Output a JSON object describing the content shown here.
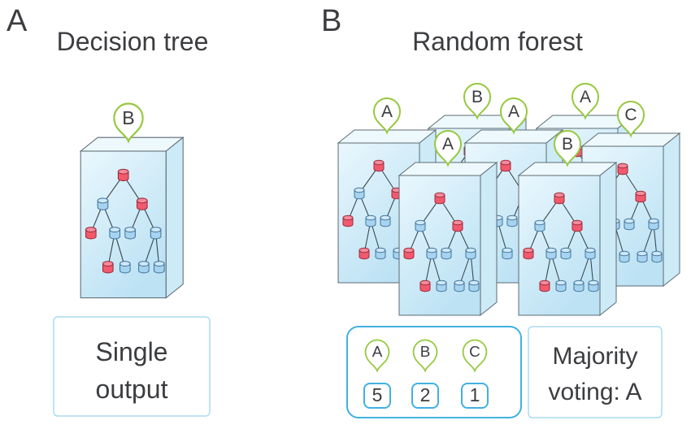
{
  "figure": {
    "panel_a": {
      "label": "A",
      "title": "Decision tree",
      "prediction": "B",
      "output_box": {
        "line1": "Single",
        "line2": "output"
      }
    },
    "panel_b": {
      "label": "B",
      "title": "Random forest",
      "tree_predictions": [
        "A",
        "B",
        "A",
        "A",
        "C",
        "A",
        "B"
      ],
      "vote_summary": {
        "options": [
          {
            "label": "A",
            "count": "5"
          },
          {
            "label": "B",
            "count": "2"
          },
          {
            "label": "C",
            "count": "1"
          }
        ]
      },
      "majority_box": {
        "line1": "Majority",
        "line2": "voting: A"
      }
    }
  },
  "colors": {
    "text_dark": "#3b3d40",
    "pin_green": "#96c93f",
    "accent_blue": "#41b1e1",
    "soft_border": "#aadcf2",
    "box_stroke": "#5c6b73",
    "box_face_light": "#e9f7fd",
    "box_face_deep": "#bce2f4",
    "box_top": "#eef9fd",
    "box_side": "#cdeaf7",
    "node_red": "#f2596d",
    "node_red_top": "#f58a9a",
    "node_red_stroke": "#9c2b3c",
    "node_blue": "#a6d3ef",
    "node_blue_top": "#cfe8f8",
    "node_blue_stroke": "#44759c",
    "edge_line": "#3c4a52"
  }
}
